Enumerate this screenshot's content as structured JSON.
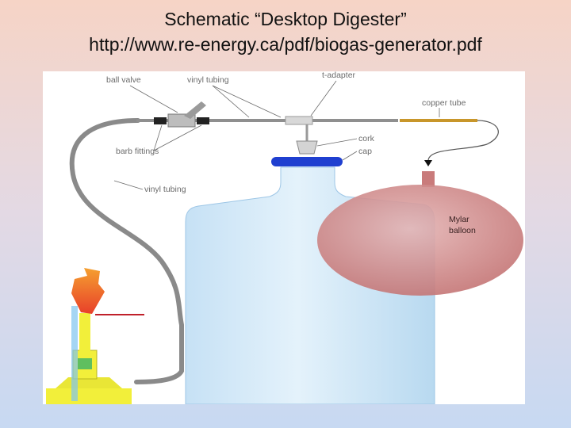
{
  "slide": {
    "title": "Schematic “Desktop Digester”",
    "url": "http://www.re-energy.ca/pdf/biogas-generator.pdf"
  },
  "diagram": {
    "labels": {
      "ball_valve": "ball valve",
      "vinyl_tubing_top": "vinyl tubing",
      "t_adapter": "t-adapter",
      "copper_tube": "copper tube",
      "barb_fittings": "barb fittings",
      "cork": "cork",
      "cap": "cap",
      "vinyl_tubing_side": "vinyl tubing",
      "balloon_line1": "Mylar",
      "balloon_line2": "balloon"
    },
    "colors": {
      "bottle": "#cfe6f7",
      "balloon": "#c97b7b",
      "cap": "#1f3fd0",
      "copper": "#c8962a",
      "tubing": "#7a7a7a",
      "flame": "#f07a2a",
      "burner": "#f2ef3a"
    }
  }
}
